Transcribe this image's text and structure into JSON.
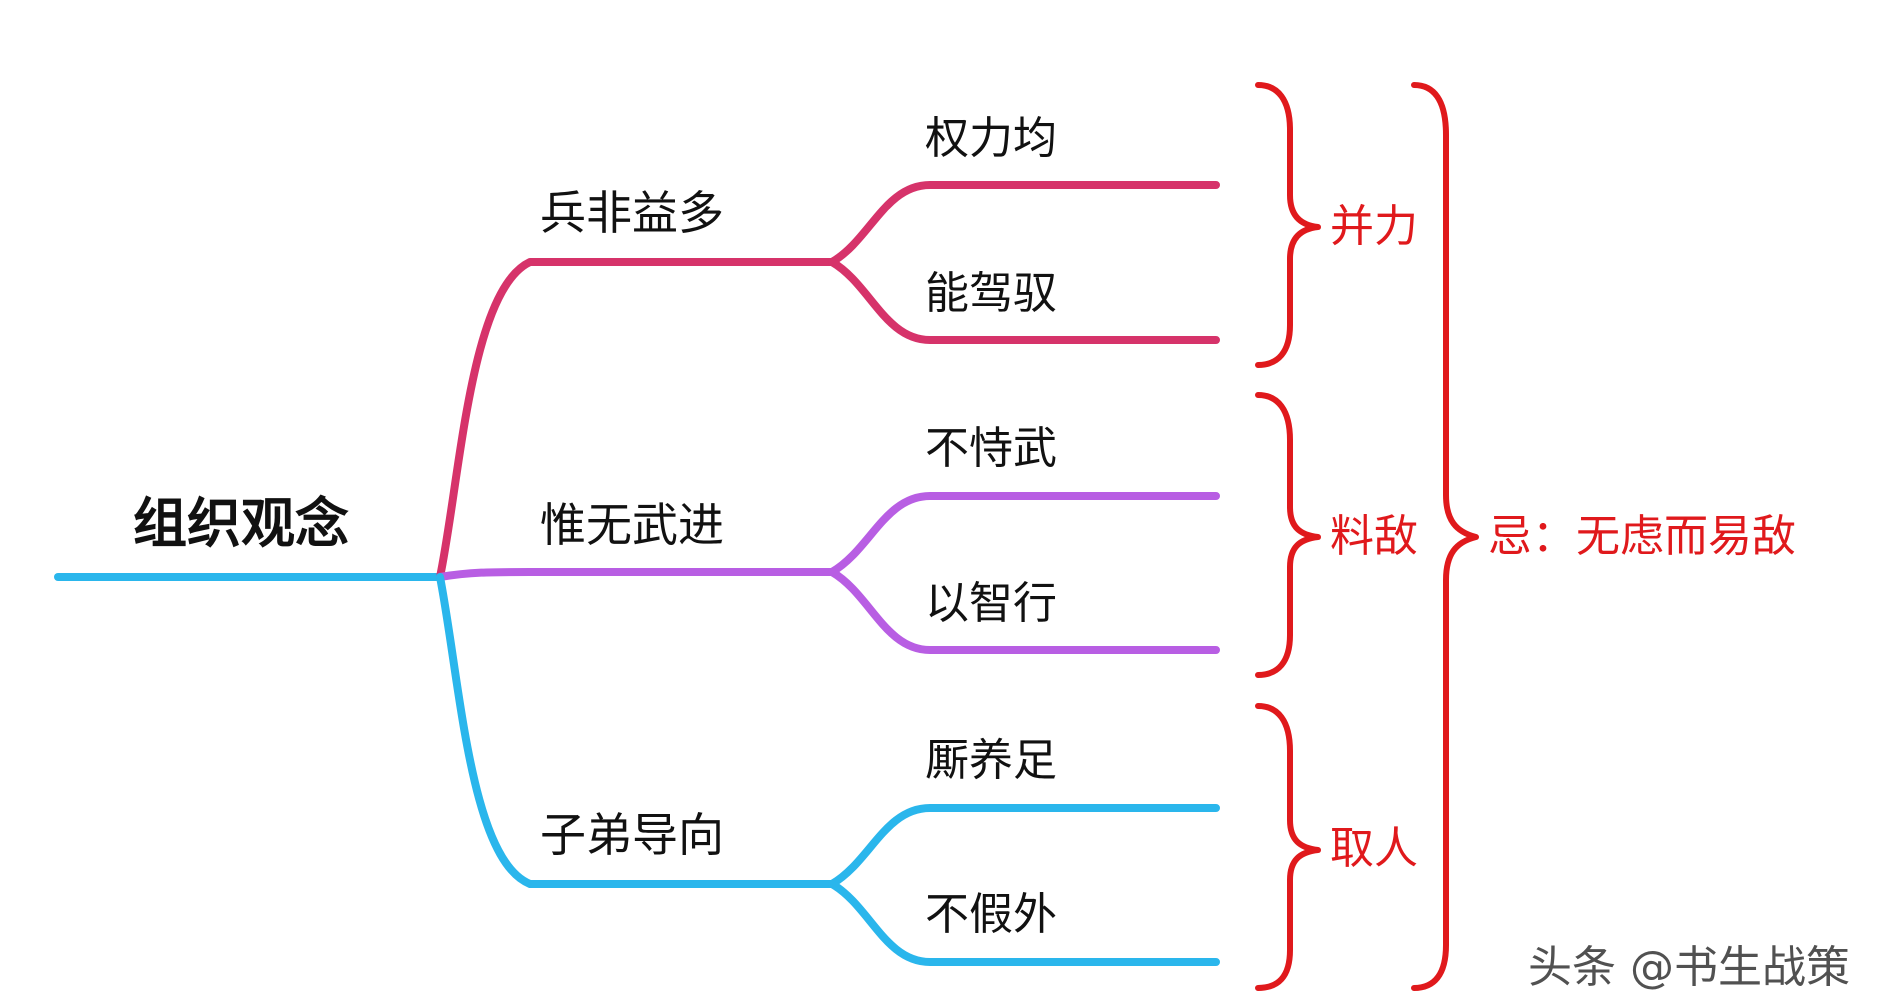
{
  "root": {
    "label": "组织观念",
    "color": "#2ab6ec"
  },
  "branches": [
    {
      "label": "兵非益多",
      "color": "#d6336a",
      "leaves": [
        "权力均",
        "能驾驭"
      ],
      "group_label": "并力"
    },
    {
      "label": "惟无武进",
      "color": "#b85ee3",
      "leaves": [
        "不恃武",
        "以智行"
      ],
      "group_label": "料敌"
    },
    {
      "label": "子弟导向",
      "color": "#2ab6ec",
      "leaves": [
        "厮养足",
        "不假外"
      ],
      "group_label": "取人"
    }
  ],
  "summary": {
    "label": "忌：无虑而易敌",
    "color": "#e0191c"
  },
  "watermark": "头条 @书生战策"
}
